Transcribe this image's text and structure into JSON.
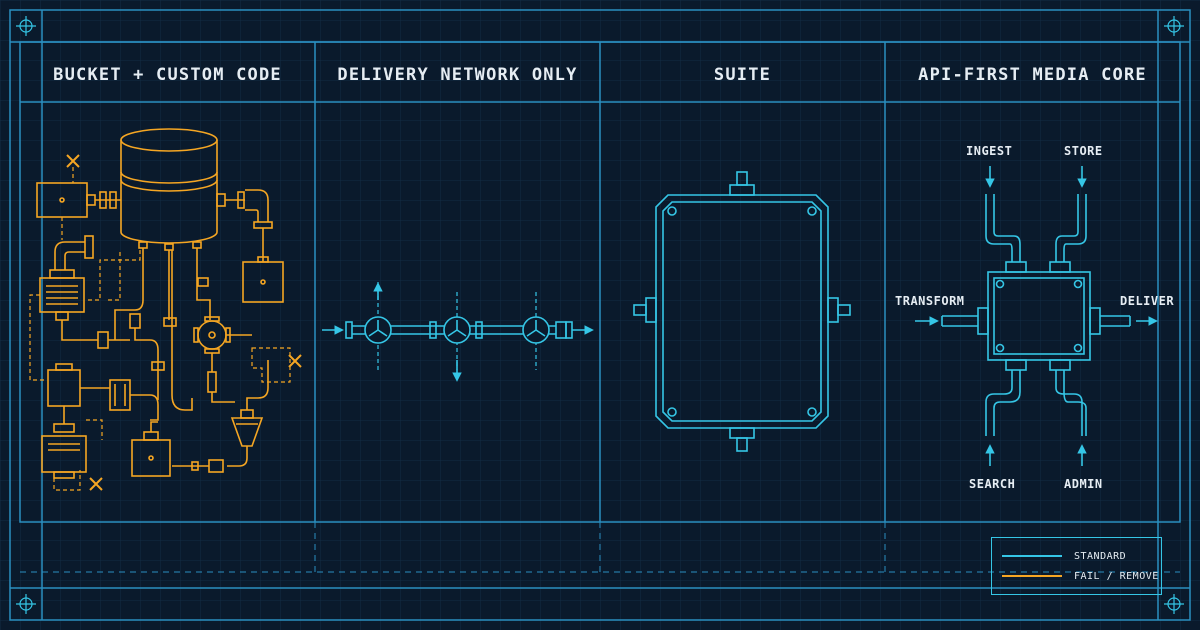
{
  "colors": {
    "background": "#0a1a2c",
    "grid": "#16324a",
    "frame": "#2a8fc0",
    "standard": "#35c6e6",
    "fail": "#f5a623",
    "text": "#e6edf3"
  },
  "columns": [
    {
      "title": "BUCKET + CUSTOM CODE"
    },
    {
      "title": "DELIVERY NETWORK ONLY"
    },
    {
      "title": "SUITE"
    },
    {
      "title": "API-FIRST MEDIA CORE"
    }
  ],
  "media_core": {
    "ports": {
      "ingest": "INGEST",
      "store": "STORE",
      "transform": "TRANSFORM",
      "deliver": "DELIVER",
      "search": "SEARCH",
      "admin": "ADMIN"
    }
  },
  "legend": {
    "standard": {
      "label": "STANDARD",
      "color": "#35c6e6"
    },
    "fail": {
      "label": "FAIL / REMOVE",
      "color": "#f5a623"
    }
  }
}
